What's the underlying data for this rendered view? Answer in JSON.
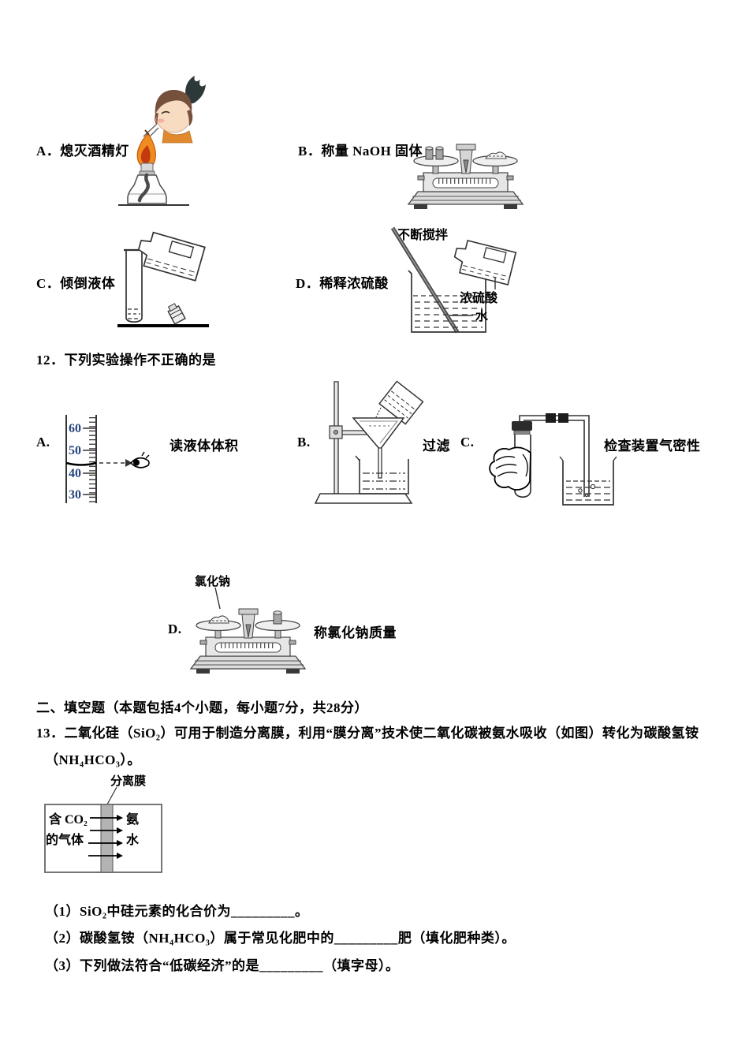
{
  "page": {
    "bg": "#ffffff",
    "ink": "#000000",
    "cylinder_number_color": "#26437c"
  },
  "q11": {
    "a_label": "A．熄灭酒精灯",
    "b_label": "B．称量 NaOH 固体",
    "c_label": "C．倾倒液体",
    "d_label": "D．稀释浓硫酸",
    "d_stir": "不断搅拌",
    "d_acid": "浓硫酸",
    "d_water": "水"
  },
  "q12": {
    "stem": "12．下列实验操作不正确的是",
    "a_label": "A.",
    "a_caption": "读液体体积",
    "ticks": [
      "60",
      "50",
      "40",
      "30"
    ],
    "b_label": "B.",
    "b_caption": "过滤",
    "c_label": "C.",
    "c_caption": "检查装置气密性",
    "d_label": "D.",
    "d_caption": "称氯化钠质量",
    "d_substance": "氯化钠"
  },
  "section2": {
    "heading": "二、填空题（本题包括4个小题，每小题7分，共28分）"
  },
  "q13": {
    "stem_line1": "13．二氧化硅（SiO₂）可用于制造分离膜，利用“膜分离”技术使二氧化碳被氨水吸收（如图）转化为碳酸氢铵",
    "stem_line2": "（NH₄HCO₃）。",
    "diagram": {
      "membrane_label": "分离膜",
      "left_line1": "含 CO₂",
      "left_line2": "的气体",
      "right_line1": "氨",
      "right_line2": "水"
    },
    "sub1": "（1）SiO₂中硅元素的化合价为_________。",
    "sub2": "（2）碳酸氢铵（NH₄HCO₃）属于常见化肥中的_________肥（填化肥种类）。",
    "sub3": "（3）下列做法符合“低碳经济”的是_________（填字母）。"
  }
}
